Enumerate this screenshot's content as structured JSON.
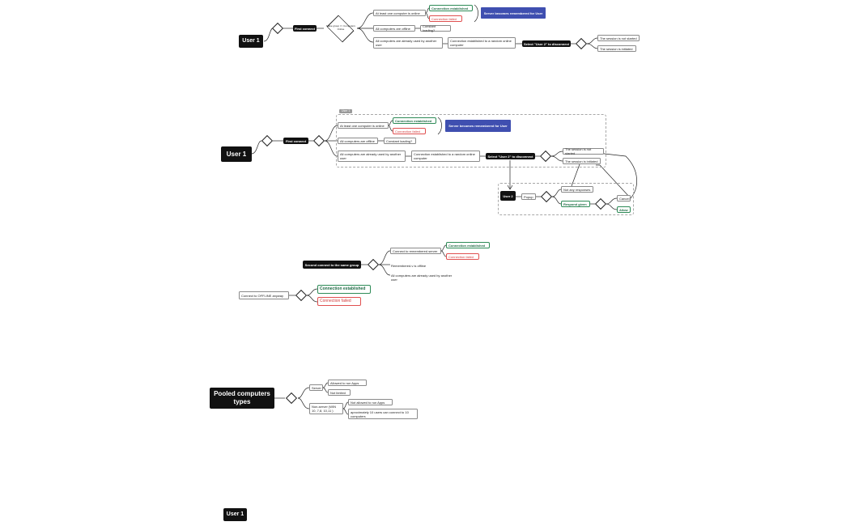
{
  "flow1": {
    "user": "User 1",
    "first_connect": "First connect",
    "decision": "Make group => Computers Online",
    "at_least_one": "At least one computer is online",
    "conn_established": "Connection established",
    "conn_failed": "Connection failed",
    "server_remembered": "Server becomes remembered for User",
    "all_offline": "All computers are offline",
    "constant_loading": "Constant loading?",
    "all_used": "All computers are already used by another user",
    "random_online": "Connection established to a random online computer",
    "select_user2": "Select \"User 2\" to disconnect",
    "not_started": "The session is not started",
    "initiated": "The session is initiated"
  },
  "flow2": {
    "group_tag": "User 1",
    "user": "User 1",
    "first_connect": "First connect",
    "at_least_one": "At least one computer is online",
    "conn_established": "Connection established",
    "conn_failed": "Connection failed",
    "server_remembered": "Server becomes remembered for User",
    "all_offline": "All computers are offline",
    "constant_loading": "Constant loading?",
    "all_used": "All computers are already used by another user",
    "random_online": "Connection established to a random online computer",
    "select_user2": "Select \"User 2\" to disconnect",
    "not_started": "The session is not started",
    "initiated": "The session is initiated",
    "user2": "User 2",
    "popup": "Popup",
    "not_any": "Not any responses",
    "respond": "Respond given",
    "cancel": "Cancel",
    "allow": "Allow"
  },
  "flow3": {
    "second_connect": "Second connect to the same group",
    "to_remembered": "Connect to remembered server",
    "conn_established": "Connection established",
    "conn_failed": "Connection failed",
    "remembered_offline": "Remembered.v is offline",
    "all_used": "All computers are already used by another user",
    "offline_anyway": "Connect to OFFLINE anyway",
    "conn_established_2": "Connection established",
    "conn_failed_2": "Connection failed"
  },
  "flow4": {
    "title": "Pooled computers types",
    "server": "Server",
    "allowed_apps": "Allowed to run Apps",
    "not_limited": "Not limited",
    "non_server": "Non-server (WIN 10, 7,8, 10,11 )",
    "not_allowed": "Not allowed to run Apps",
    "approx_users": "aproximately 10 users can connect to 10 computers"
  },
  "flow5": {
    "user": "User 1"
  }
}
